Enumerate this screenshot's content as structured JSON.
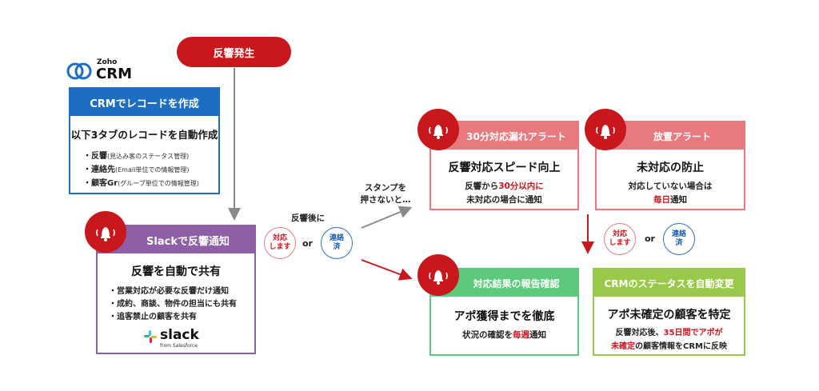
{
  "trigger": {
    "label": "反響発生"
  },
  "zoho": {
    "brand_small": "Zoho",
    "brand_large": "CRM"
  },
  "crm_card": {
    "header": "CRMでレコードを作成",
    "title": "以下3タブのレコードを自動作成",
    "items": [
      {
        "main": "・反響",
        "sub": "(見込み客のステータス管理)"
      },
      {
        "main": "・連絡先",
        "sub": "(Email単位での情報管理)"
      },
      {
        "main": "・顧客Gr",
        "sub": "(グループ単位での情報管理)"
      }
    ]
  },
  "slack_card": {
    "header": "Slackで反響通知",
    "title": "反響を自動で共有",
    "items": [
      "・営業対応が必要な反響だけ通知",
      "・成約、商談、物件の担当にも共有",
      "・追客禁止の顧客を共有"
    ],
    "logo_text": "slack",
    "logo_sub": "from Salesforce"
  },
  "mid_stamps": {
    "caption": "反響後に",
    "stamp_red": "対応\nします",
    "or": "or",
    "stamp_blue": "連絡\n済"
  },
  "no_stamp_note": "スタンプを\n押さないと…",
  "alert30": {
    "header": "30分対応漏れアラート",
    "title": "反響対応スピード向上",
    "line1_pre": "反響から",
    "line1_em": "30分以内に",
    "line2": "未対応の場合に通知"
  },
  "alert_idle": {
    "header": "放置アラート",
    "title": "未対応の防止",
    "line1": "対応していない場合は",
    "line2_em": "毎日",
    "line2_post": "通知"
  },
  "right_stamps": {
    "stamp_red": "対応\nします",
    "or": "or",
    "stamp_blue": "連絡\n済"
  },
  "report_card": {
    "header": "対応結果の報告確認",
    "title": "アポ獲得までを徹底",
    "line1_pre": "状況の確認を",
    "line1_em": "毎週",
    "line1_post": "通知"
  },
  "crm_status_card": {
    "header": "CRMのステータスを自動変更",
    "title": "アポ未確定の顧客を特定",
    "line1_pre": "反響対応後、",
    "line1_em": "35日間でアポが",
    "line2_em": "未確定",
    "line2_post": "の顧客情報をCRMに反映"
  },
  "colors": {
    "brand_red": "#c9171e",
    "crm_blue": "#1b6ec2",
    "slack_purple": "#8e5ea6",
    "alert_pink": "#e87a7f",
    "success_green": "#5dc97c",
    "status_lime": "#99c84a"
  }
}
